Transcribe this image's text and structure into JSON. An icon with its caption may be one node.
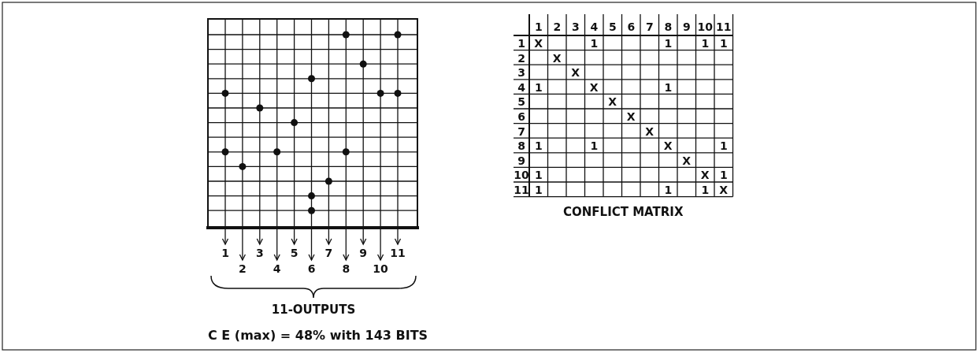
{
  "diagram": {
    "caption": "C E (max) = 48% with 143 BITS",
    "labels": [
      "1",
      "2",
      "3",
      "4",
      "5",
      "6",
      "7",
      "8",
      "9",
      "10",
      "11",
      "11-OUTPUTS",
      "1",
      "2",
      "3",
      "4",
      "5",
      "6",
      "7",
      "8",
      "9",
      "10",
      "11",
      "1",
      "X",
      "1",
      "1",
      "1",
      "1",
      "2",
      "X",
      "3",
      "X",
      "4",
      "1",
      "X",
      "1",
      "5",
      "X",
      "6",
      "X",
      "7",
      "X",
      "8",
      "1",
      "1",
      "X",
      "1",
      "9",
      "X",
      "10",
      "1",
      "X",
      "1",
      "11",
      "1",
      "1",
      "1",
      "X",
      "CONFLICT MATRIX"
    ]
  }
}
